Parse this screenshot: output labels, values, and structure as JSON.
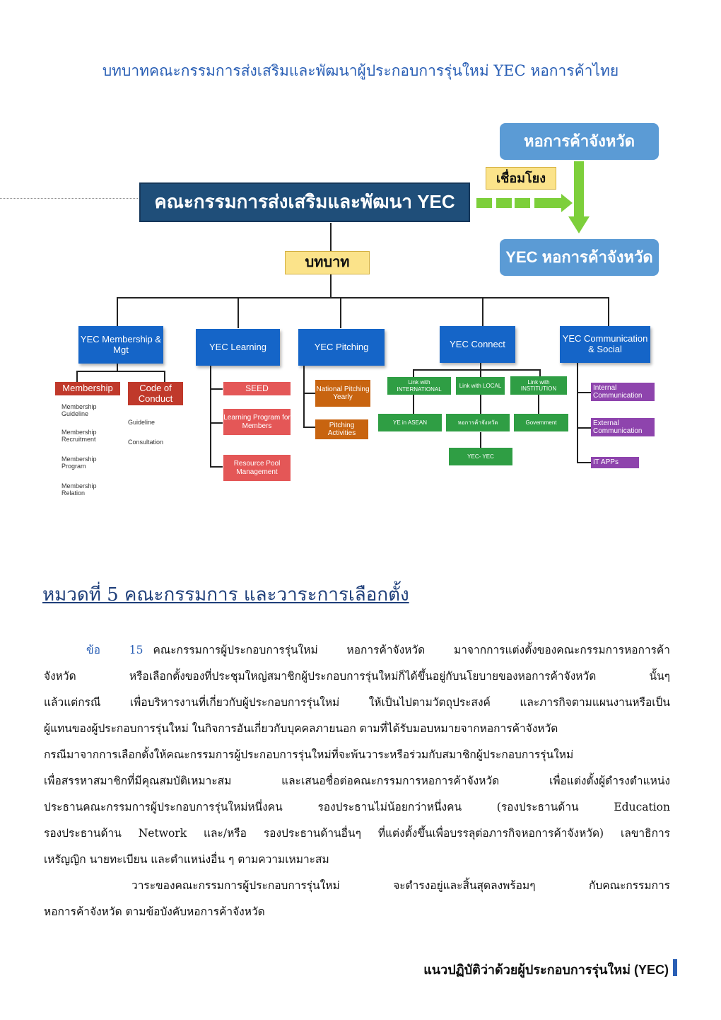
{
  "header": {
    "title": "บทบาทคณะกรรมการส่งเสริมและพัฒนาผู้ประกอบการรุ่นใหม่ YEC หอการค้าไทย"
  },
  "diagram": {
    "main": "คณะกรรมการส่งเสริมและพัฒนา YEC",
    "province_chamber": "หอการค้าจังหวัด",
    "link_label": "เชื่อมโยง",
    "province_yec": "YEC หอการค้าจังหวัด",
    "role": "บทบาท",
    "membership": {
      "title": "YEC Membership & Mgt",
      "membership": "Membership",
      "code": "Code of Conduct",
      "membership_items": [
        "Membership Guideline",
        "Membership Recruitment",
        "Membership Program",
        "Membership Relation"
      ],
      "code_items": [
        "Guideline",
        "Consultation"
      ]
    },
    "learning": {
      "title": "YEC Learning",
      "items": [
        "SEED",
        "Learning Program for Members",
        "Resource Pool Management"
      ]
    },
    "pitching": {
      "title": "YEC Pitching",
      "items": [
        "National Pitching Yearly",
        "Pitching Activities"
      ]
    },
    "connect": {
      "title": "YEC Connect",
      "links": [
        "Link with INTERNATIONAL",
        "Link with LOCAL",
        "Link with INSTITUTION"
      ],
      "subs": [
        "YE in ASEAN",
        "หอการค้าจังหวัด",
        "Government"
      ],
      "subsub": "YEC- YEC"
    },
    "communication": {
      "title": "YEC Communication & Social",
      "items": [
        "Internal Communication",
        "External Communication",
        "IT APPs"
      ]
    }
  },
  "section": {
    "heading": "หมวดที่ 5 คณะกรรมการ และวาระการเลือกตั้ง",
    "clause_label": "ข้อ 15",
    "lines": [
      "คณะกรรมการผู้ประกอบการรุ่นใหม่ หอการค้าจังหวัด มาจากการแต่งตั้งของคณะกรรมการหอการค้า",
      "จังหวัด หรือเลือกตั้งของที่ประชุมใหญ่สมาชิกผู้ประกอบการรุ่นใหม่ก็ได้ขึ้นอยู่กับนโยบายของหอการค้าจังหวัด นั้นๆ",
      "แล้วแต่กรณี เพื่อบริหารงานที่เกี่ยวกับผู้ประกอบการรุ่นใหม่ ให้เป็นไปตามวัตถุประสงค์ และภารกิจตามแผนงานหรือเป็น",
      "ผู้แทนของผู้ประกอบการรุ่นใหม่ ในกิจการอันเกี่ยวกับบุคคลภายนอก ตามที่ได้รับมอบหมายจากหอการค้าจังหวัด",
      "กรณีมาจากการเลือกตั้งให้คณะกรรมการผู้ประกอบการรุ่นใหม่ที่จะพ้นวาระหรือร่วมกับสมาชิกผู้ประกอบการรุ่นใหม่",
      "เพื่อสรรหาสมาชิกที่มีคุณสมบัติเหมาะสม และเสนอชื่อต่อคณะกรรมการหอการค้าจังหวัด เพื่อแต่งตั้งผู้ดำรงตำแหน่ง",
      "ประธานคณะกรรมการผู้ประกอบการรุ่นใหม่หนึ่งคน รองประธานไม่น้อยกว่าหนึ่งคน (รองประธานด้าน Education",
      "รองประธานด้าน Network และ/หรือ รองประธานด้านอื่นๆ ที่แต่งตั้งขึ้นเพื่อบรรลุต่อภารกิจหอการค้าจังหวัด) เลขาธิการ",
      "เหรัญญิก นายทะเบียน และตำแหน่งอื่น ๆ ตามความเหมาะสม",
      "วาระของคณะกรรมการผู้ประกอบการรุ่นใหม่ จะดำรงอยู่และสิ้นสุดลงพร้อมๆ กับคณะกรรมการ",
      "หอการค้าจังหวัด ตามข้อบังคับหอการค้าจังหวัด"
    ]
  },
  "footer": {
    "text": "แนวปฏิบัติว่าด้วยผู้ประกอบการรุ่นใหม่ (YEC)"
  }
}
